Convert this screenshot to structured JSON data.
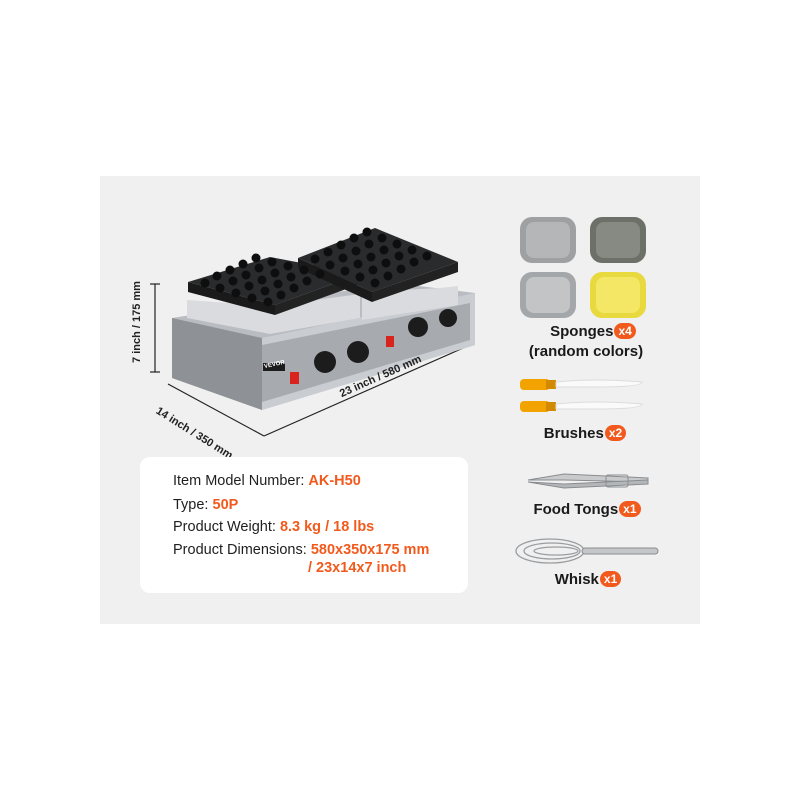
{
  "dimensions": {
    "height": "7 inch / 175 mm",
    "depth": "14 inch / 350 mm",
    "width": "23 inch / 580 mm"
  },
  "specs": {
    "model": {
      "label": "Item Model Number: ",
      "value": "AK-H50"
    },
    "type": {
      "label": "Type: ",
      "value": "50P"
    },
    "weight": {
      "label": "Product Weight: ",
      "value": "8.3 kg / 18 lbs"
    },
    "dimensions": {
      "label": "Product Dimensions: ",
      "value": "580x350x175 mm",
      "value2": "/ 23x14x7 inch"
    }
  },
  "accessories": {
    "sponges": {
      "name": "Sponges",
      "qty": "x4",
      "note": "(random colors)"
    },
    "brushes": {
      "name": "Brushes",
      "qty": "x2"
    },
    "tongs": {
      "name": "Food Tongs",
      "qty": "x1"
    },
    "whisk": {
      "name": "Whisk",
      "qty": "x1"
    }
  },
  "brand": "VEVOR",
  "colors": {
    "accent": "#f25a1d",
    "panel": "#f0f0f0"
  }
}
